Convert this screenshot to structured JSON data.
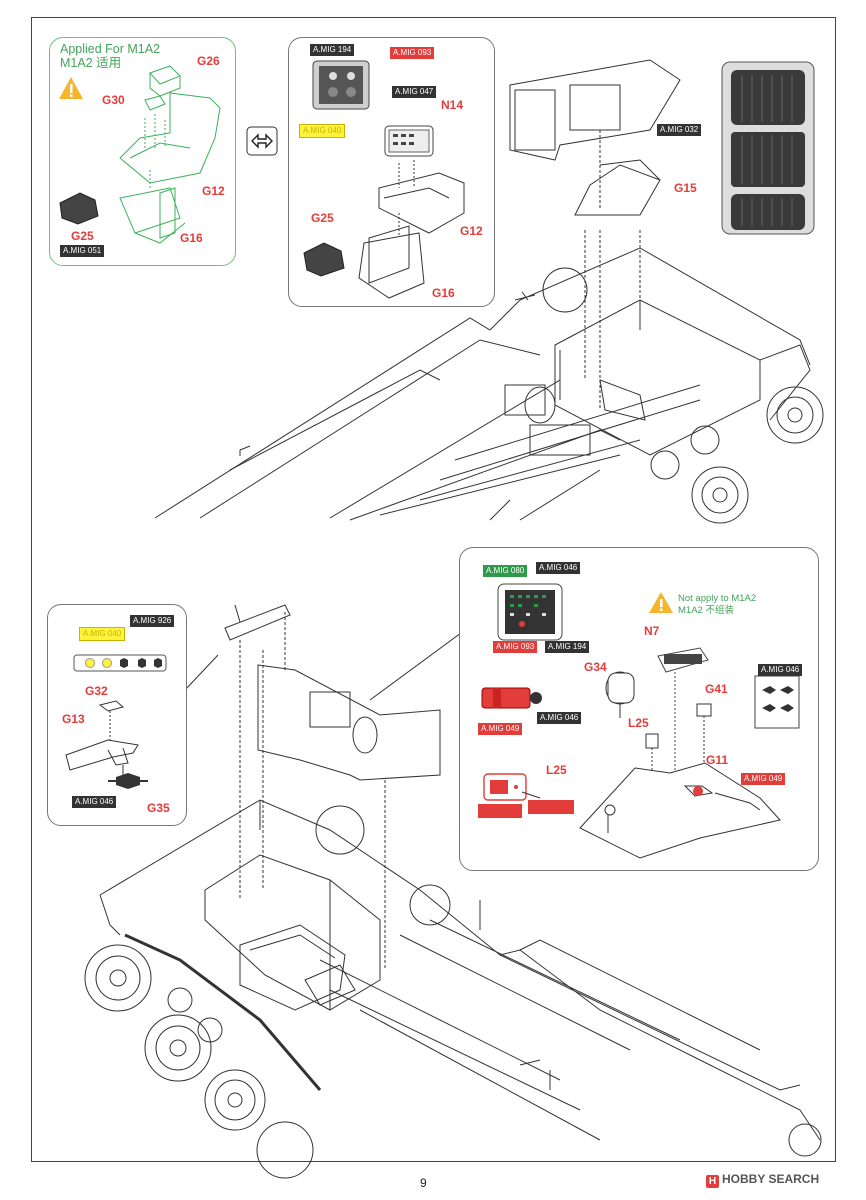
{
  "page_number": "9",
  "watermark": "HOBBY SEARCH",
  "step1": {
    "m1a2_box": {
      "note_line1": "Applied For M1A2",
      "note_line2": "M1A2 适用",
      "labels": {
        "g26": "G26",
        "g30": "G30",
        "g12": "G12",
        "g25": "G25",
        "g16": "G16"
      },
      "color_tag": "A.MIG 051"
    },
    "alt_box": {
      "tags": {
        "mig194": "A.MIG 194",
        "mig093": "A.MIG 093",
        "mig047": "A.MIG 047",
        "mig040": "A.MIG 040"
      },
      "labels": {
        "n14": "N14",
        "g12": "G12",
        "g25": "G25",
        "g16": "G16"
      }
    },
    "main": {
      "tag_mig032": "A.MIG 032",
      "label_g15": "G15"
    }
  },
  "step2": {
    "lights_box": {
      "tags": {
        "mig926": "A.MIG 926",
        "yellow": "A.MIG 040",
        "mig046": "A.MIG 046"
      },
      "labels": {
        "g32": "G32",
        "g13": "G13",
        "g35": "G35"
      }
    },
    "panel_box": {
      "tags": {
        "mig080": "A.MIG 080",
        "mig046a": "A.MIG 046",
        "mig093": "A.MIG 093",
        "mig194": "A.MIG 194",
        "mig049a": "A.MIG 049",
        "mig046b": "A.MIG 046",
        "mig046c": "A.MIG 046",
        "mig049b": "A.MIG 049"
      },
      "note_line1": "Not apply to M1A2",
      "note_line2": "M1A2 不组装",
      "labels": {
        "n7": "N7",
        "g34": "G34",
        "g41": "G41",
        "l25a": "L25",
        "l25b": "L25",
        "g11": "G11"
      }
    }
  },
  "colors": {
    "red": "#e23d3a",
    "green": "#43a35a",
    "dark": "#333333",
    "yellow": "#fff23a"
  }
}
